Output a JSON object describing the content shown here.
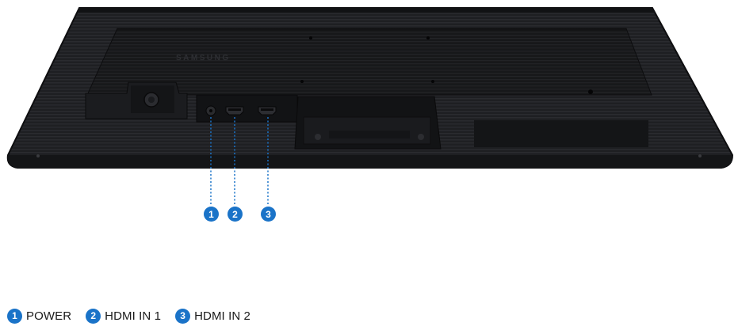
{
  "image": {
    "subject": "monitor-rear-view",
    "brand_logo_text": "SAMSUNG",
    "colors": {
      "background": "#ffffff",
      "monitor_body": "#1c1c1e",
      "callout_accent": "#1a73c8"
    }
  },
  "callouts": [
    {
      "number": "1",
      "label": "POWER"
    },
    {
      "number": "2",
      "label": "HDMI IN 1"
    },
    {
      "number": "3",
      "label": "HDMI IN 2"
    }
  ]
}
